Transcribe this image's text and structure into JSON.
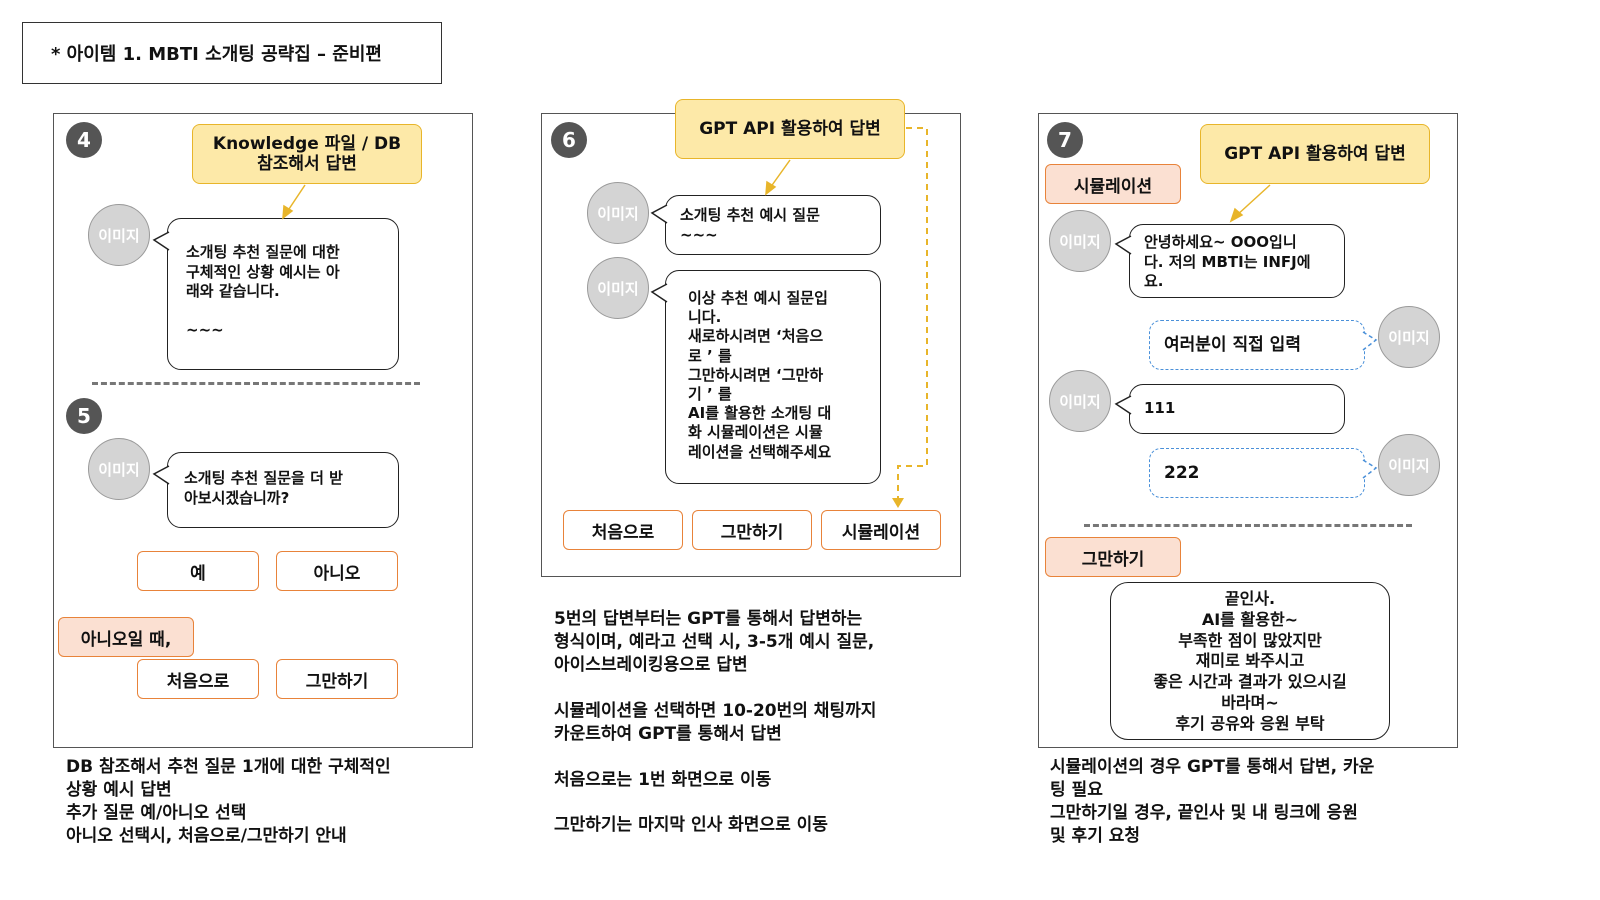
{
  "title": "* 아이템 1. MBTI 소개팅 공략집 – 준비편",
  "avatar_label": "이미지",
  "colors": {
    "callout_fill": "#fde9a8",
    "callout_border": "#e8b52a",
    "button_border": "#e8833a",
    "tag_fill": "#fbe0d2",
    "dashed_blue": "#4a90d9",
    "number_fill": "#555555"
  },
  "panel4": {
    "number": "4",
    "callout": "Knowledge 파일 / DB\n참조해서 답변",
    "bubble": "소개팅 추천 질문에 대한\n구체적인 상황 예시는 아\n래와 같습니다.\n\n~~~"
  },
  "panel5": {
    "number": "5",
    "bubble": "소개팅 추천 질문을 더 받\n아보시겠습니까?",
    "yes_button": "예",
    "no_button": "아니오",
    "no_case_label": "아니오일 때,",
    "restart_button": "처음으로",
    "stop_button": "그만하기"
  },
  "panel6": {
    "number": "6",
    "callout": "GPT API 활용하여 답변",
    "bubble1": "소개팅 추천 예시 질문\n~~~",
    "bubble2": "이상 추천 예시 질문입\n니다.\n새로하시려면 ‘처음으\n로 ’ 를\n그만하시려면 ‘그만하\n기 ’ 를\nAI를 활용한 소개팅 대\n화 시뮬레이션은 시뮬\n레이션을 선택해주세요",
    "restart_button": "처음으로",
    "stop_button": "그만하기",
    "simulation_button": "시뮬레이션"
  },
  "panel7": {
    "number": "7",
    "callout": "GPT API 활용하여 답변",
    "simulation_tag": "시뮬레이션",
    "bubble1": "안녕하세요~ OOO입니\n다. 저의 MBTI는 INFJ에\n요.",
    "user_bubble1": "여러분이 직접 입력",
    "bubble2": "111",
    "user_bubble2": "222",
    "stop_tag": "그만하기",
    "end_message": "끝인사.\nAI를 활용한~\n부족한 점이 많았지만\n재미로 봐주시고\n좋은 시간과 결과가 있으시길\n바라며~\n후기 공유와 응원 부탁"
  },
  "descriptions": {
    "left": "DB 참조해서 추천 질문 1개에 대한 구체적인\n상황 예시 답변\n추가 질문 예/아니오 선택\n아니오 선택시, 처음으로/그만하기 안내",
    "middle": "5번의 답변부터는 GPT를 통해서 답변하는\n형식이며, 예라고 선택 시, 3-5개 예시 질문,\n아이스브레이킹용으로 답변\n\n시뮬레이션을 선택하면 10-20번의 채팅까지\n카운트하여 GPT를 통해서 답변\n\n처음으로는 1번 화면으로 이동\n\n그만하기는 마지막 인사 화면으로 이동",
    "right": "시뮬레이션의 경우 GPT를 통해서 답변, 카운\n팅 필요\n그만하기일 경우, 끝인사 및 내 링크에 응원\n및 후기 요청"
  }
}
